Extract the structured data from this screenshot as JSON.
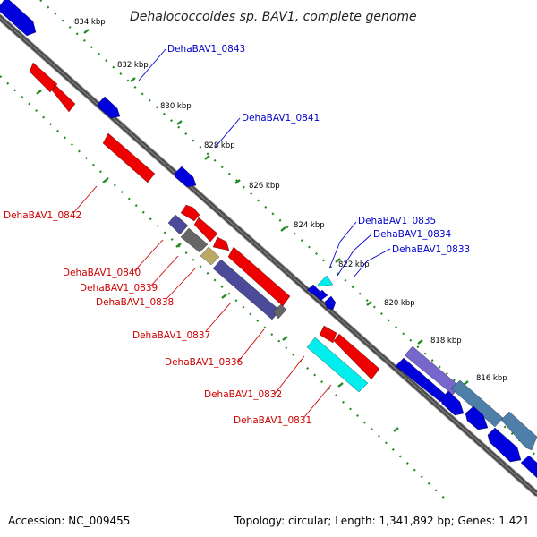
{
  "title": "Dehalococcoides sp. BAV1, complete genome",
  "footer": {
    "accession": "Accession: NC_009455",
    "topology": "Topology: circular; Length: 1,341,892 bp; Genes: 1,421"
  },
  "scale_labels": [
    "834 kbp",
    "832 kbp",
    "830 kbp",
    "828 kbp",
    "826 kbp",
    "824 kbp",
    "822 kbp",
    "820 kbp",
    "818 kbp",
    "816 kbp"
  ],
  "gene_labels": [
    {
      "text": "DehaBAV1_0843",
      "strand": "forward"
    },
    {
      "text": "DehaBAV1_0841",
      "strand": "forward"
    },
    {
      "text": "DehaBAV1_0835",
      "strand": "forward"
    },
    {
      "text": "DehaBAV1_0834",
      "strand": "forward"
    },
    {
      "text": "DehaBAV1_0833",
      "strand": "forward"
    },
    {
      "text": "DehaBAV1_0842",
      "strand": "reverse"
    },
    {
      "text": "DehaBAV1_0840",
      "strand": "reverse"
    },
    {
      "text": "DehaBAV1_0839",
      "strand": "reverse"
    },
    {
      "text": "DehaBAV1_0838",
      "strand": "reverse"
    },
    {
      "text": "DehaBAV1_0837",
      "strand": "reverse"
    },
    {
      "text": "DehaBAV1_0836",
      "strand": "reverse"
    },
    {
      "text": "DehaBAV1_0832",
      "strand": "reverse"
    },
    {
      "text": "DehaBAV1_0831",
      "strand": "reverse"
    }
  ],
  "colors": {
    "forward_label": "#0000cc",
    "reverse_label": "#cc0000",
    "forward_gene": "#0000dd",
    "reverse_gene": "#ee0000",
    "backbone": "#888888",
    "tick": "#228B22"
  }
}
